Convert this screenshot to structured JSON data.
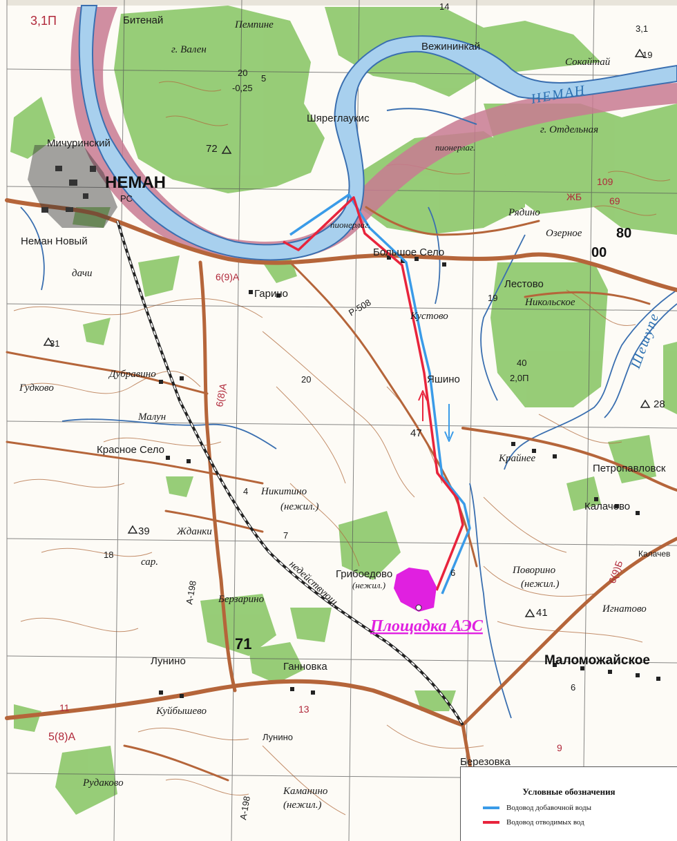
{
  "legend": {
    "title": "Условные обозначения",
    "items": [
      {
        "label": "Водовод добавочной воды",
        "color": "#3a9be8"
      },
      {
        "label": "Водовод  отводимых вод",
        "color": "#e8243c"
      }
    ]
  },
  "site_label": "Площадка АЭС",
  "rivers": {
    "neman": "НЕМАН",
    "sheshupe": "Шешупе",
    "malun": "Малун"
  },
  "towns": {
    "neman": "НЕМАН",
    "malomozhaiskoe": "Маломожайское",
    "bolshoe_selo": "Большое Село",
    "krasnoe_selo": "Красное Село",
    "petropavlovsk": "Петропавловск",
    "berezovka": "Березовка"
  },
  "villages": {
    "bitenai": "Битенай",
    "pempine": "Пемпине",
    "vezhininkai": "Вежининкай",
    "sokaitai": "Сокайтай",
    "g_valen": "г. Вален",
    "shyaretlaukis": "Шяреглаукис",
    "g_otdelnaya": "г. Отдельная",
    "michurinsky": "Мичуринский",
    "ps": "РС",
    "pionerlag1": "пионерлаг.",
    "pionerlag2": "пионерлаг.",
    "radino": "Рядино",
    "ozernoe": "Озерное",
    "neman_novy": "Неман Новый",
    "dachi": "дачи",
    "garino": "Гарино",
    "lestovo": "Лестово",
    "kustovo": "Кустово",
    "nikolskoe": "Никольское",
    "gudkovo": "Гудково",
    "dubravino": "Дубравино",
    "yashino": "Яшино",
    "kraynee": "Крайнее",
    "nikitino": "Никитино",
    "nezhil1": "(нежил.)",
    "kalachevo": "Калачево",
    "kalachevo2": "Калачев",
    "zhdanki": "Жданки",
    "sar": "сар.",
    "griboedovo": "Грибоедово",
    "nezhil2": "(нежил.)",
    "povorino": "Поворино",
    "nezhil3": "(нежил.)",
    "ignatovo": "Игнатово",
    "berzarino": "Берзарино",
    "lunino": "Лунино",
    "ganovka": "Ганновка",
    "kuibyshevo": "Куйбышево",
    "lunino2": "Лунино",
    "rudakovo": "Рудаково",
    "kamanino": "Каманино",
    "nezhil4": "(нежил.)",
    "nedeistv": "недействующ."
  },
  "map_numbers": {
    "n_31p": "3,1П",
    "n_14": "14",
    "n_3_1": "3,1",
    "n_19": "19",
    "n_20": "20",
    "n_025": "-0,25",
    "n_5": "5",
    "n_72": "72",
    "n_109": "109",
    "n_80": "80",
    "n_00": "00",
    "n_69": "69",
    "n_jb": "ЖБ",
    "n_19b": "19",
    "n_40": "40",
    "n_20p": "2,0П",
    "n_28": "28",
    "n_47": "47",
    "n_20b": "20",
    "n_4": "4",
    "n_7": "7",
    "n_39": "39",
    "n_18": "18",
    "n_41": "41",
    "n_71": "71",
    "n_6": "6",
    "n_11": "11",
    "n_13": "13",
    "n_5_8_a": "5(8)А",
    "n_6_9_a": "6(9)А",
    "n_6_8_a": "6(8)А",
    "n_6_9_b": "6(9)Б",
    "n_p508": "Р-508",
    "n_a198": "А-198",
    "n_a198b": "А-198",
    "n_31": "31",
    "n_6b": "6",
    "n_9": "9"
  },
  "colors": {
    "forest": "#8cc86a",
    "river": "#a8d0ee",
    "river_edge": "#3a6fb0",
    "floodplain": "#c87a92",
    "contour": "#b06a3c",
    "road": "#b5653a",
    "grid": "#555555",
    "site": "#e020e0"
  }
}
